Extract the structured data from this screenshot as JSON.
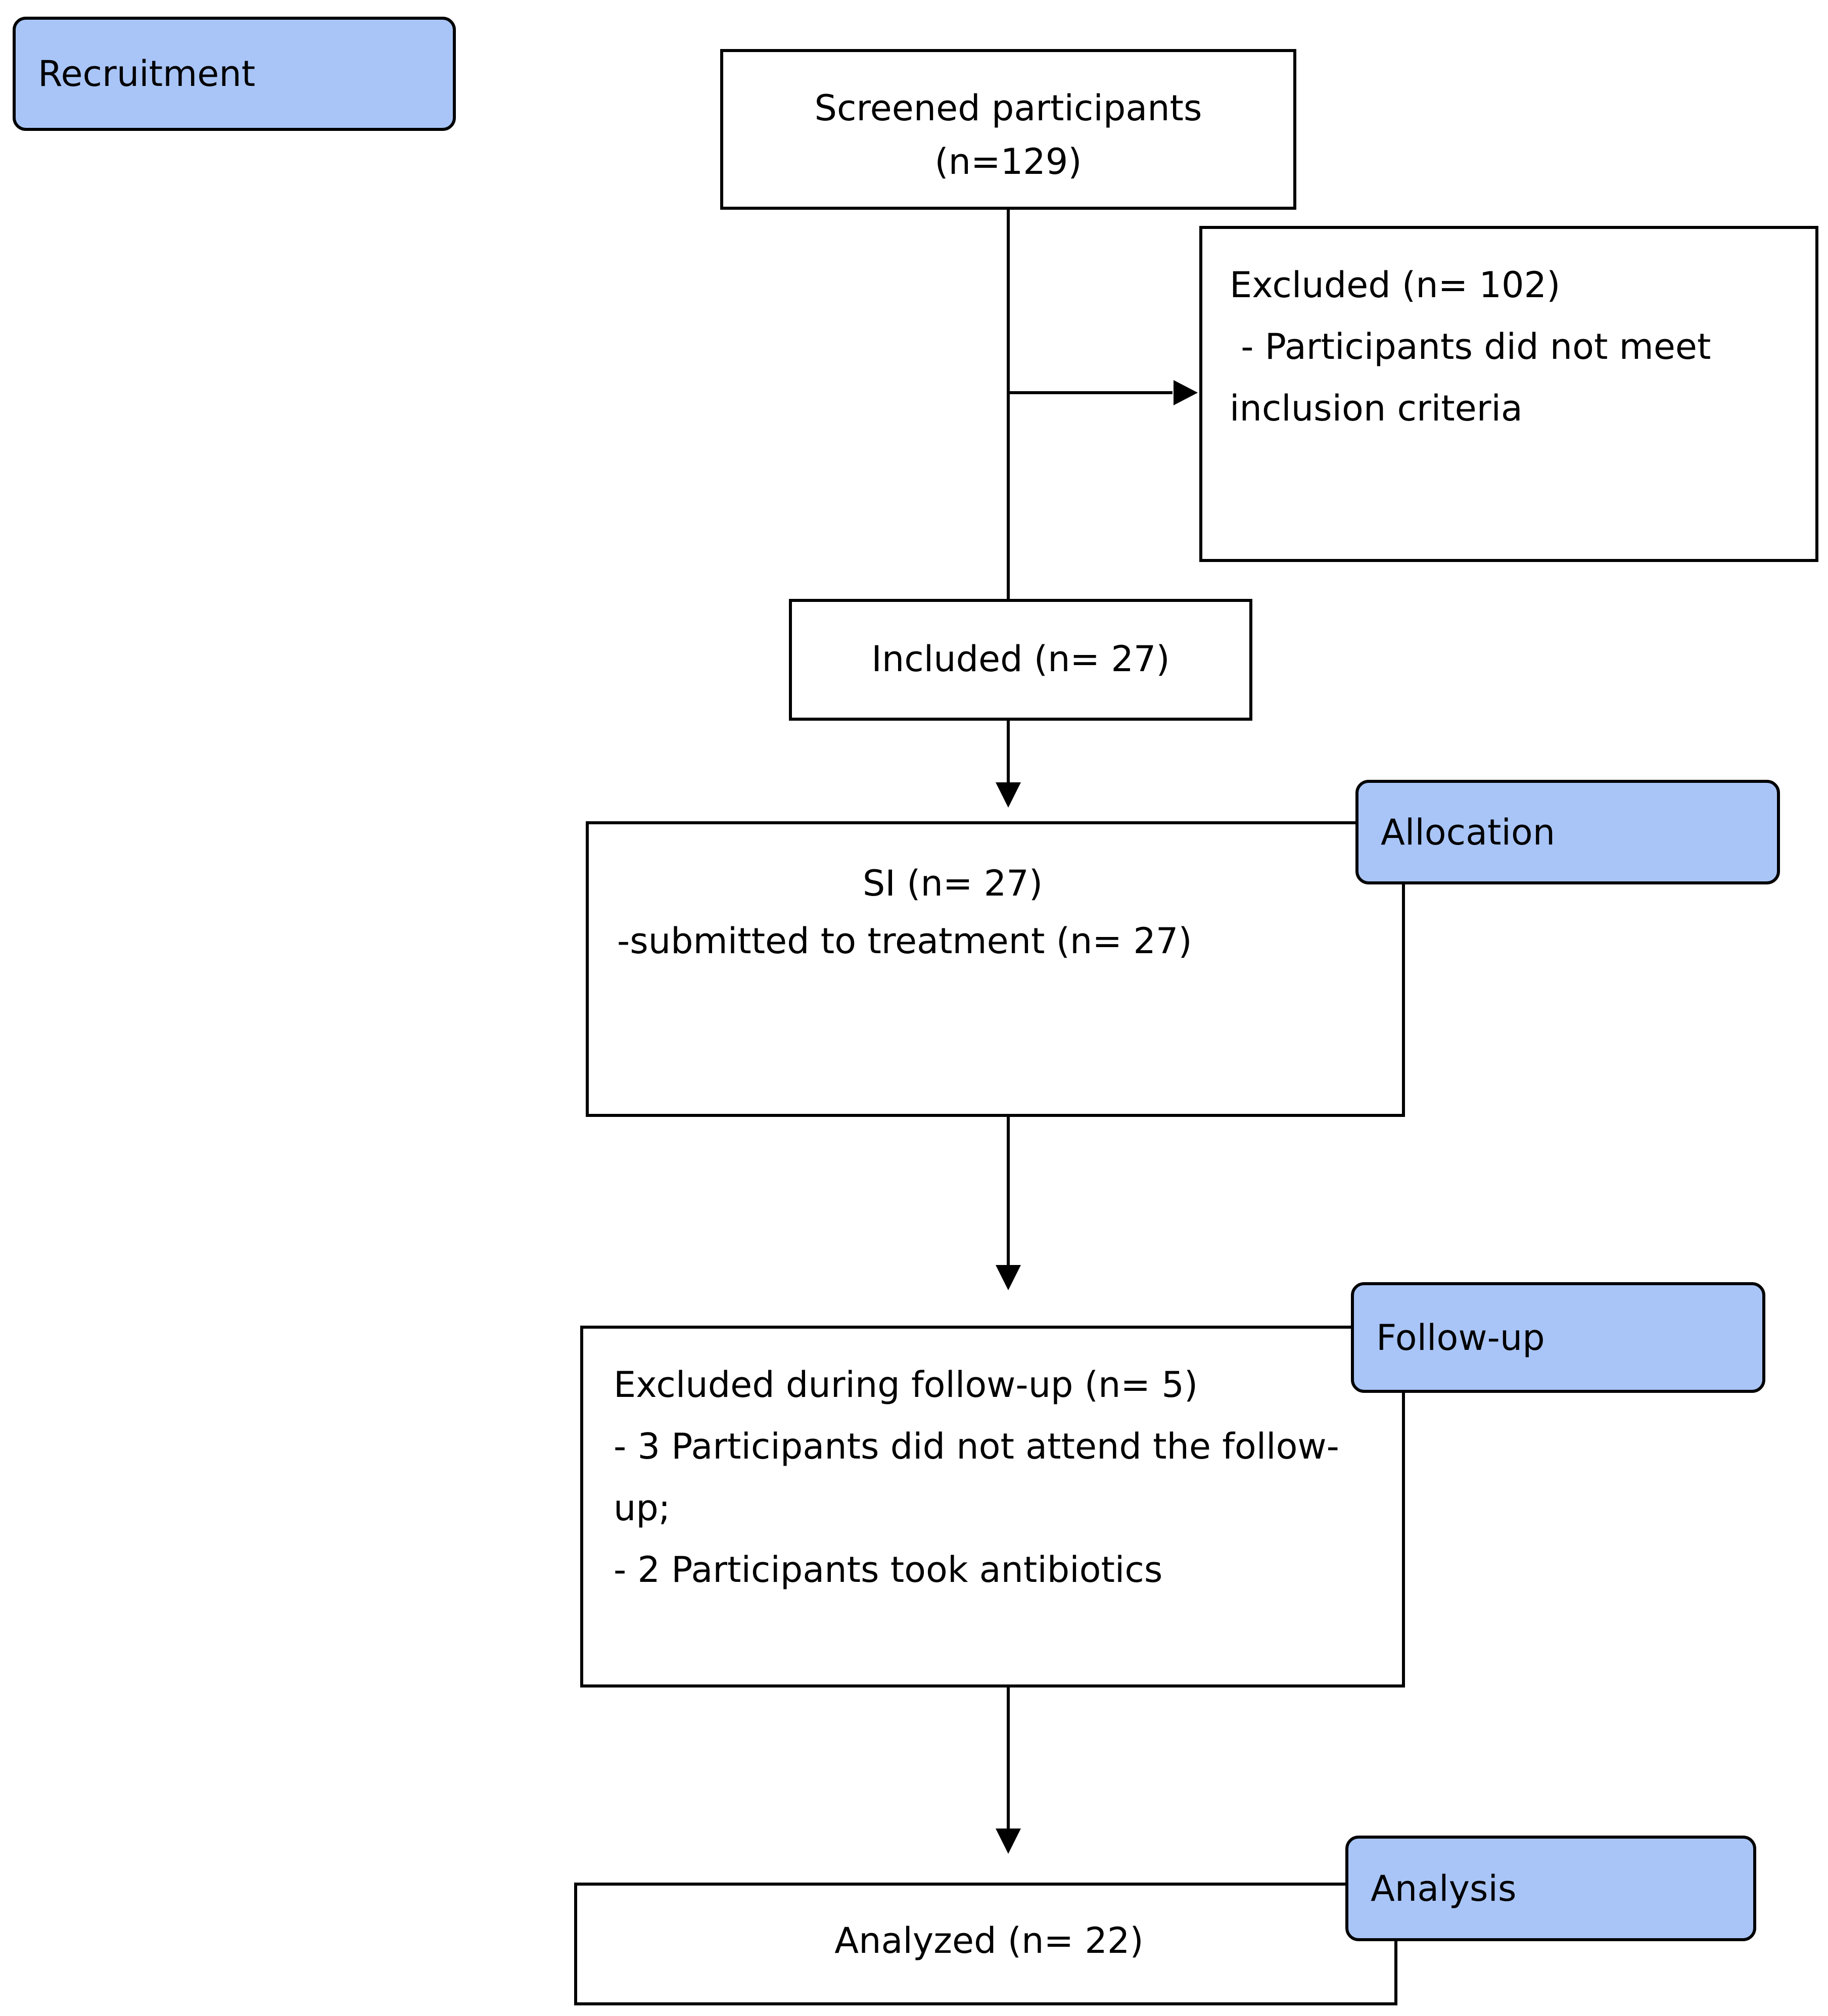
{
  "phases": {
    "recruitment": "Recruitment",
    "allocation": "Allocation",
    "follow_up": "Follow-up",
    "analysis": "Analysis"
  },
  "boxes": {
    "screened": {
      "line1": "Screened participants",
      "line2": "(n=129)"
    },
    "excluded": {
      "line1": "Excluded (n= 102)",
      "line2": " - Participants did not meet",
      "line3": "inclusion criteria"
    },
    "included": {
      "text": "Included (n= 27)"
    },
    "allocation": {
      "line1": "SI (n= 27)",
      "line2": "-submitted to treatment (n= 27)"
    },
    "follow_up": {
      "line1": "Excluded during follow-up (n= 5)",
      "line2": "- 3 Participants did not attend the follow-",
      "line3": "up;",
      "line4": "- 2 Participants took antibiotics"
    },
    "analyzed": {
      "text": "Analyzed (n= 22)"
    }
  }
}
